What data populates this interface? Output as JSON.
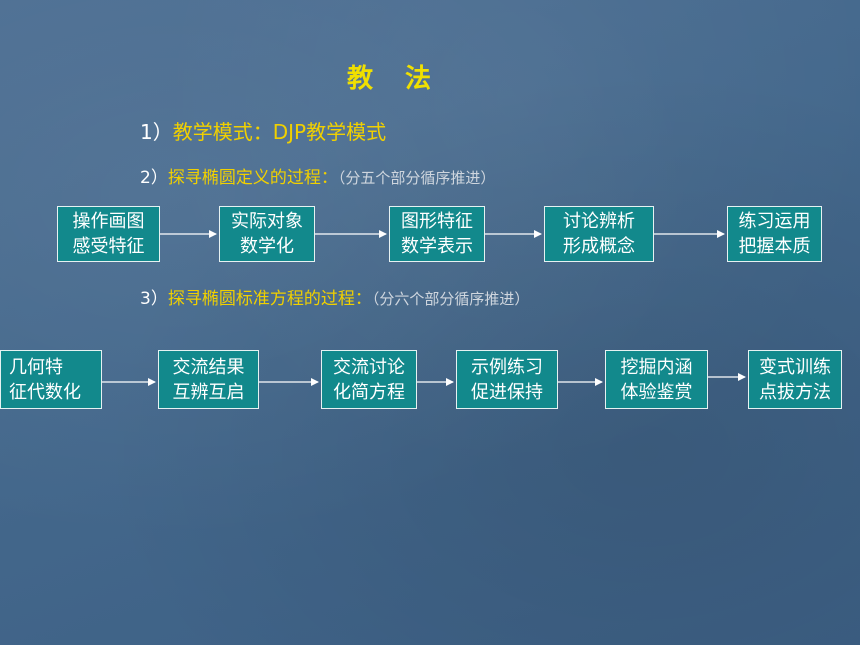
{
  "slide": {
    "title": [
      "教",
      "法"
    ],
    "items": [
      {
        "num": "1）",
        "label": "教学模式：",
        "text": "DJP教学模式"
      },
      {
        "num": "2）",
        "label": "探寻椭圆定义的过程：",
        "note": "（分五个部分循序推进）"
      },
      {
        "num": "3）",
        "label": "探寻椭圆标准方程的过程：",
        "note": "（分六个部分循序推进）"
      }
    ],
    "flow_definition": [
      {
        "line1": "操作画图",
        "line2": "感受特征"
      },
      {
        "line1": "实际对象",
        "line2": "数学化"
      },
      {
        "line1": "图形特征",
        "line2": "数学表示"
      },
      {
        "line1": "讨论辨析",
        "line2": "形成概念"
      },
      {
        "line1": "练习运用",
        "line2": "把握本质"
      }
    ],
    "flow_equation": [
      {
        "line1": "几何特",
        "line2": "征代数化"
      },
      {
        "line1": "交流结果",
        "line2": "互辨互启"
      },
      {
        "line1": "交流讨论",
        "line2": "化简方程"
      },
      {
        "line1": "示例练习",
        "line2": "促进保持"
      },
      {
        "line1": "挖掘内涵",
        "line2": "体验鉴赏"
      },
      {
        "line1": "变式训练",
        "line2": "点拔方法"
      }
    ]
  },
  "colors": {
    "title": "#f0e000",
    "highlight": "#f0d000",
    "box_fill": "#12898c",
    "box_border": "#e6f2f2",
    "background": "#46698d"
  }
}
